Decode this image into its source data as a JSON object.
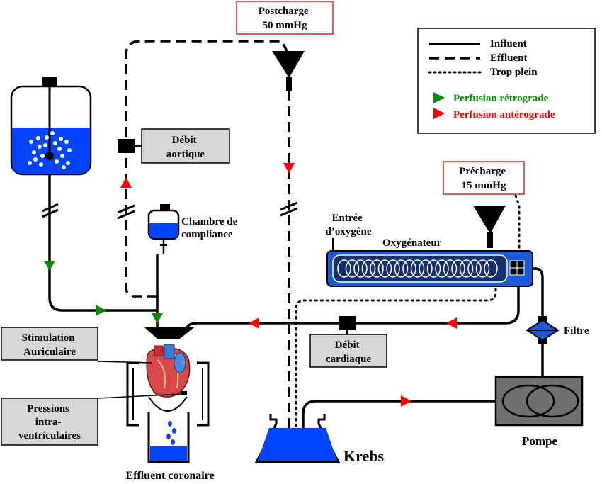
{
  "labels": {
    "postcharge": [
      "Postcharge",
      "50 mmHg"
    ],
    "precharge": [
      "Précharge",
      "15 mmHg"
    ],
    "debit_aortique": [
      "Débit",
      "aortique"
    ],
    "debit_cardiaque": [
      "Débit",
      "cardiaque"
    ],
    "chambre": [
      "Chambre de",
      "compliance"
    ],
    "entree_oxygene": [
      "Entrée",
      "d’oxygène"
    ],
    "oxygenateur": "Oxygénateur",
    "filtre": "Filtre",
    "pompe": "Pompe",
    "krebs": "Krebs",
    "stimulation": [
      "Stimulation",
      "Auriculaire"
    ],
    "pressions": [
      "Pressions",
      "intra-",
      "ventriculaires"
    ],
    "effluent_coronaire": "Effluent coronaire"
  },
  "legend": {
    "influent": "Influent",
    "effluent": "Effluent",
    "trop_plein": "Trop plein",
    "retrograde": "Perfusion rétrograde",
    "anterograde": "Perfusion antérograde"
  },
  "colors": {
    "liquid": "#0044ff",
    "retrograde": "#0a8a0a",
    "anterograde": "#ff0000",
    "box_border_red": "#e02020",
    "box_fill_gray": "#d8d8d8",
    "oxygenator": "#1a5ad8"
  }
}
